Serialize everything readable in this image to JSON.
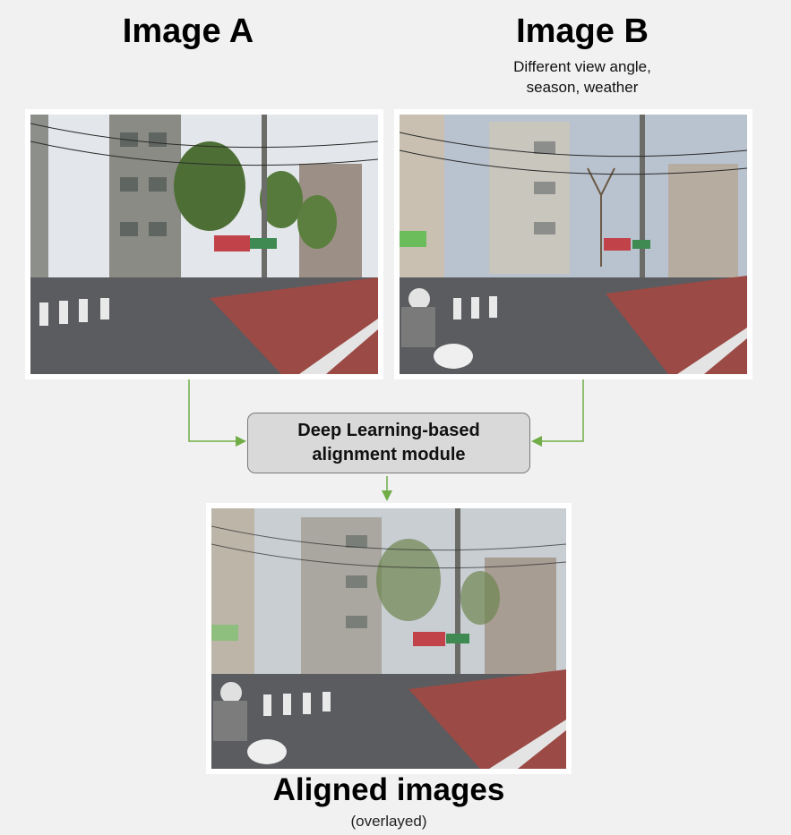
{
  "image_a": {
    "title": "Image A"
  },
  "image_b": {
    "title": "Image B",
    "subtitle_line1": "Different view angle,",
    "subtitle_line2": "season, weather"
  },
  "module": {
    "line1": "Deep Learning-based",
    "line2": "alignment module"
  },
  "output": {
    "title": "Aligned images",
    "subtitle": "(overlayed)"
  },
  "colors": {
    "arrow": "#70ad47",
    "road_red": "#9b4a45",
    "asphalt": "#5a5c60",
    "sky": "#dfe3e8",
    "sign_red": "#c2424a"
  }
}
